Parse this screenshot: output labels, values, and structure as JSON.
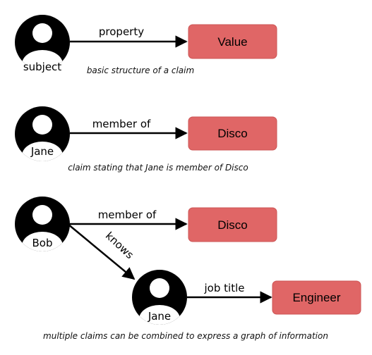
{
  "example1": {
    "subject": "subject",
    "property": "property",
    "value": "Value",
    "caption": "basic structure of a claim"
  },
  "example2": {
    "subject": "Jane",
    "property": "member of",
    "value": "Disco",
    "caption": "claim stating that Jane is member of Disco"
  },
  "example3": {
    "subject": "Bob",
    "property": "member of",
    "value": "Disco",
    "knows_label": "knows",
    "second_subject": "Jane",
    "second_property": "job title",
    "second_value": "Engineer",
    "caption": "multiple claims can be combined to express a graph of information"
  },
  "colors": {
    "node": "#000000",
    "value_box": "#e06666",
    "value_border": "#cc5555",
    "edge": "#000000"
  },
  "icons": {
    "person": "person-avatar-icon"
  }
}
